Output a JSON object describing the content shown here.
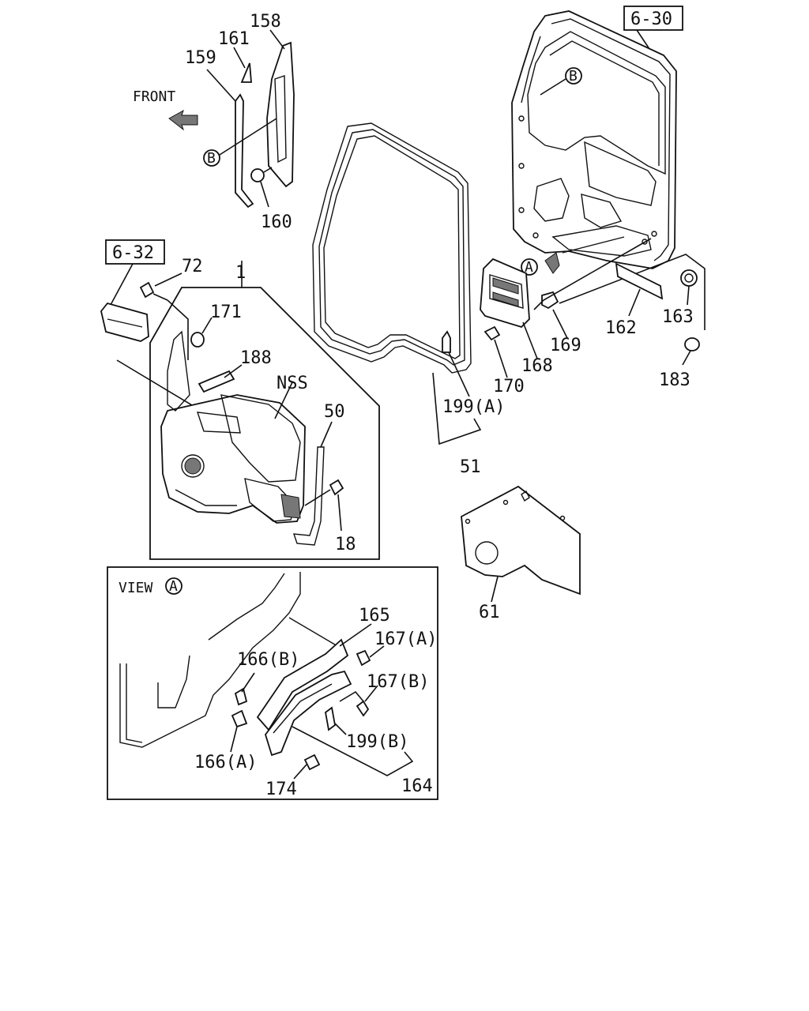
{
  "refs": {
    "ref_6_30": "6-30",
    "ref_6_32": "6-32"
  },
  "labels": {
    "front": "FRONT",
    "view_a": "VIEW",
    "circle_a": "A",
    "circle_b": "B",
    "nss": "NSS",
    "p1": "1",
    "p18": "18",
    "p50": "50",
    "p51": "51",
    "p61": "61",
    "p72": "72",
    "p158": "158",
    "p159": "159",
    "p160": "160",
    "p161": "161",
    "p162": "162",
    "p163": "163",
    "p164": "164",
    "p165": "165",
    "p166a": "166(A)",
    "p166b": "166(B)",
    "p167a": "167(A)",
    "p167b": "167(B)",
    "p168": "168",
    "p169": "169",
    "p170": "170",
    "p171": "171",
    "p174": "174",
    "p183": "183",
    "p188": "188",
    "p199a": "199(A)",
    "p199b": "199(B)"
  }
}
